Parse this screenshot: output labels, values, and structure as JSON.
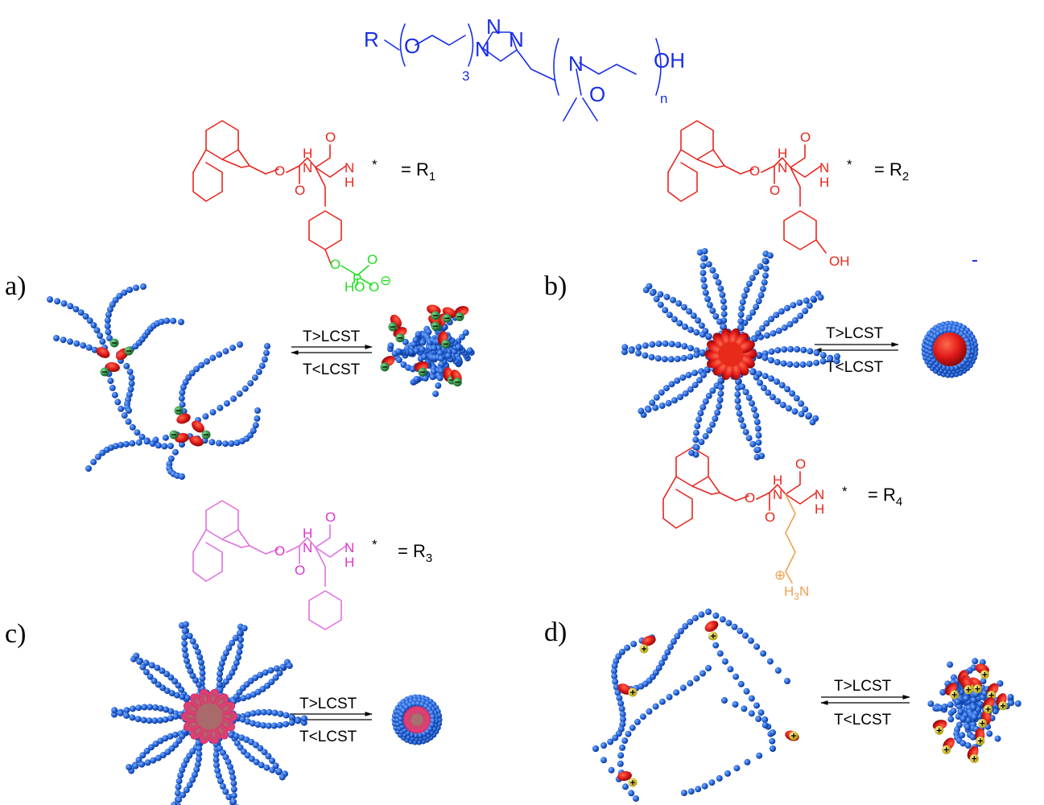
{
  "colors": {
    "polymer_blue": "#1a2ee6",
    "chain_blue": "#1f5fd6",
    "r1_red": "#e8261f",
    "phosphate_green": "#22dd22",
    "r3_magenta": "#dd33cc",
    "r3_magenta_light": "#e070e0",
    "lysine_orange": "#f0a050",
    "core_red": "#e01818",
    "core_pink": "#e83c78",
    "anion_green": "#1f8a3a",
    "cation_yellow": "#e8d21a"
  },
  "top_structure": {
    "r_label": "R",
    "oxygen": "O",
    "repeat_3": "3",
    "n1": "N",
    "n2": "N",
    "n3": "N",
    "amide_n": "N",
    "amide_o": "O",
    "oh": "OH",
    "repeat_n": "n"
  },
  "r1": {
    "eq_label": "= R",
    "eq_sub": "1",
    "nh": "H",
    "n": "N",
    "o": "O",
    "o2": "O",
    "o3": "O",
    "nh2": "N",
    "h2": "H",
    "star": "*",
    "phos_o": "O",
    "phos_p": "P",
    "phos_o1": "O",
    "phos_o2": "O",
    "phos_ho": "HO",
    "phos_charge": "⊖"
  },
  "r2": {
    "eq_label": "= R",
    "eq_sub": "2",
    "nh": "H",
    "n": "N",
    "o": "O",
    "o2": "O",
    "o3": "O",
    "nh2": "N",
    "h2": "H",
    "star": "*",
    "oh": "OH"
  },
  "r3": {
    "eq_label": "= R",
    "eq_sub": "3",
    "nh": "H",
    "n": "N",
    "o": "O",
    "o2": "O",
    "o3": "O",
    "nh2": "N",
    "h2": "H",
    "star": "*"
  },
  "r4": {
    "eq_label": "= R",
    "eq_sub": "4",
    "nh": "H",
    "n": "N",
    "o": "O",
    "o2": "O",
    "o3": "O",
    "nh2": "N",
    "h2": "H",
    "star": "*",
    "amine": "H",
    "amine_sub": "3",
    "amine_n": "N",
    "amine_charge": "⊕"
  },
  "panels": {
    "a": {
      "label": "a)",
      "forward": "T>LCST",
      "reverse": "T<LCST"
    },
    "b": {
      "label": "b)",
      "forward": "T>LCST",
      "reverse": "T<LCST"
    },
    "c": {
      "label": "c)",
      "forward": "T>LCST",
      "reverse": "T<LCST"
    },
    "d": {
      "label": "d)",
      "forward": "T>LCST",
      "reverse": "T<LCST"
    }
  }
}
